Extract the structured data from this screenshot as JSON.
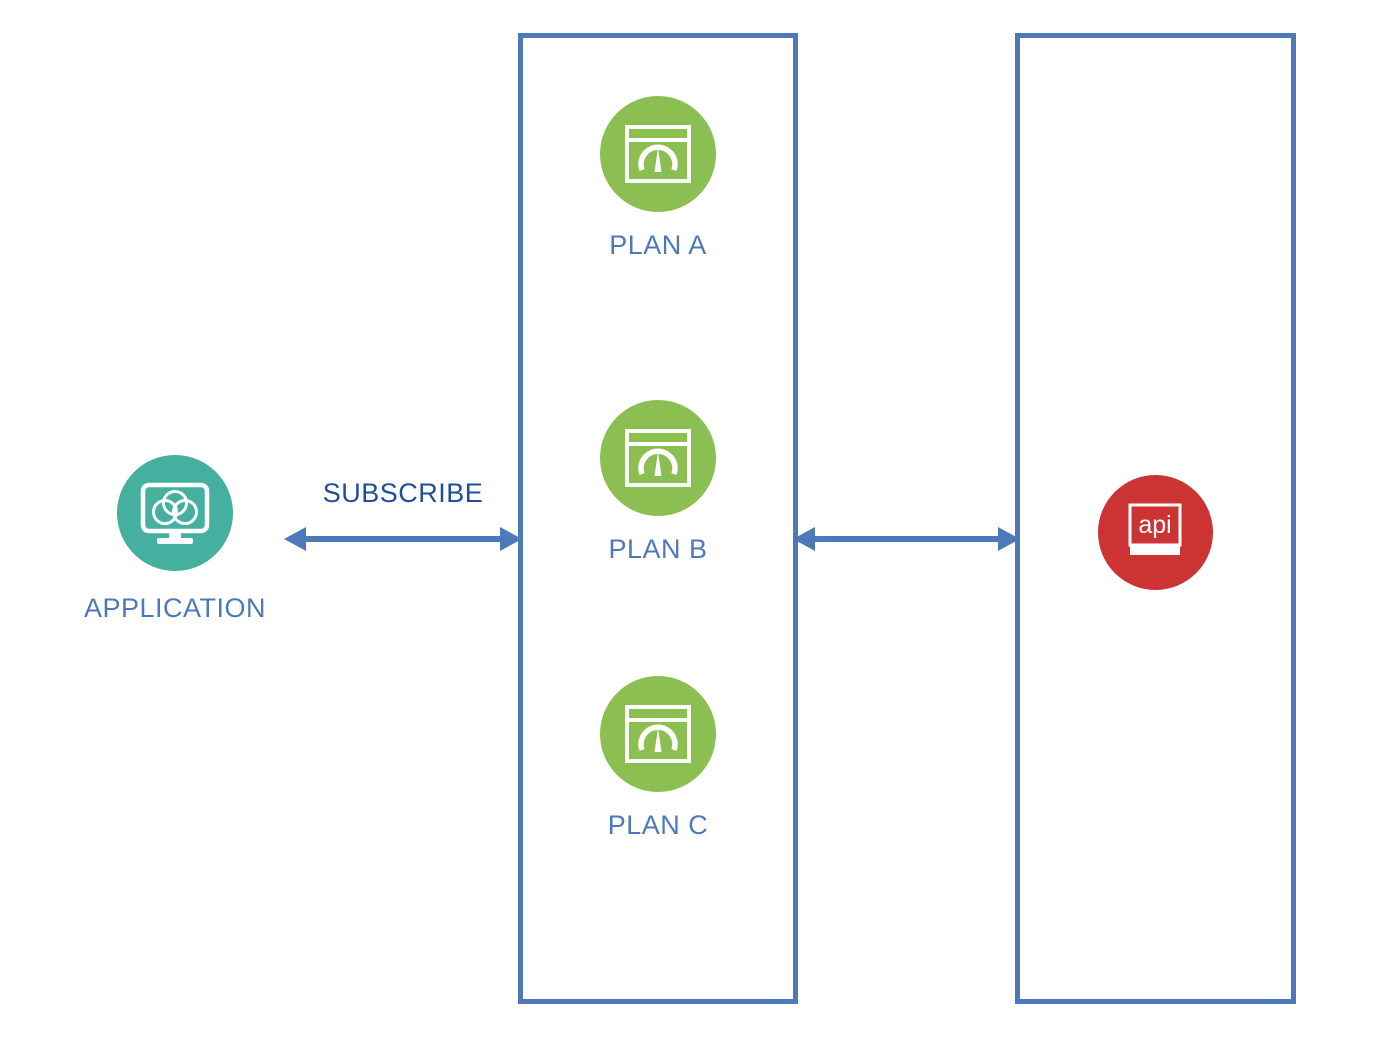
{
  "diagram": {
    "title": "API plan subscription diagram",
    "colors": {
      "application": "#45afa0",
      "plan": "#8cbf51",
      "api": "#cc3333",
      "border": "#4e79b8",
      "label": "#4e79b8",
      "connector_label": "#1f4e9c",
      "background": "#ffffff"
    }
  },
  "application": {
    "label": "APPLICATION",
    "icon": "cloud-monitor-icon"
  },
  "connectors": {
    "subscribe": {
      "label": "SUBSCRIBE",
      "icon": "double-arrow-icon",
      "direction": "bidirectional"
    },
    "gateway_to_api": {
      "label": "",
      "icon": "double-arrow-icon",
      "direction": "bidirectional"
    }
  },
  "plans_container": {
    "label": "",
    "plans": [
      {
        "label": "PLAN A",
        "icon": "gauge-window-icon"
      },
      {
        "label": "PLAN B",
        "icon": "gauge-window-icon"
      },
      {
        "label": "PLAN C",
        "icon": "gauge-window-icon"
      }
    ]
  },
  "api_container": {
    "label": "",
    "api": {
      "label": "api",
      "icon": "api-card-icon"
    }
  }
}
